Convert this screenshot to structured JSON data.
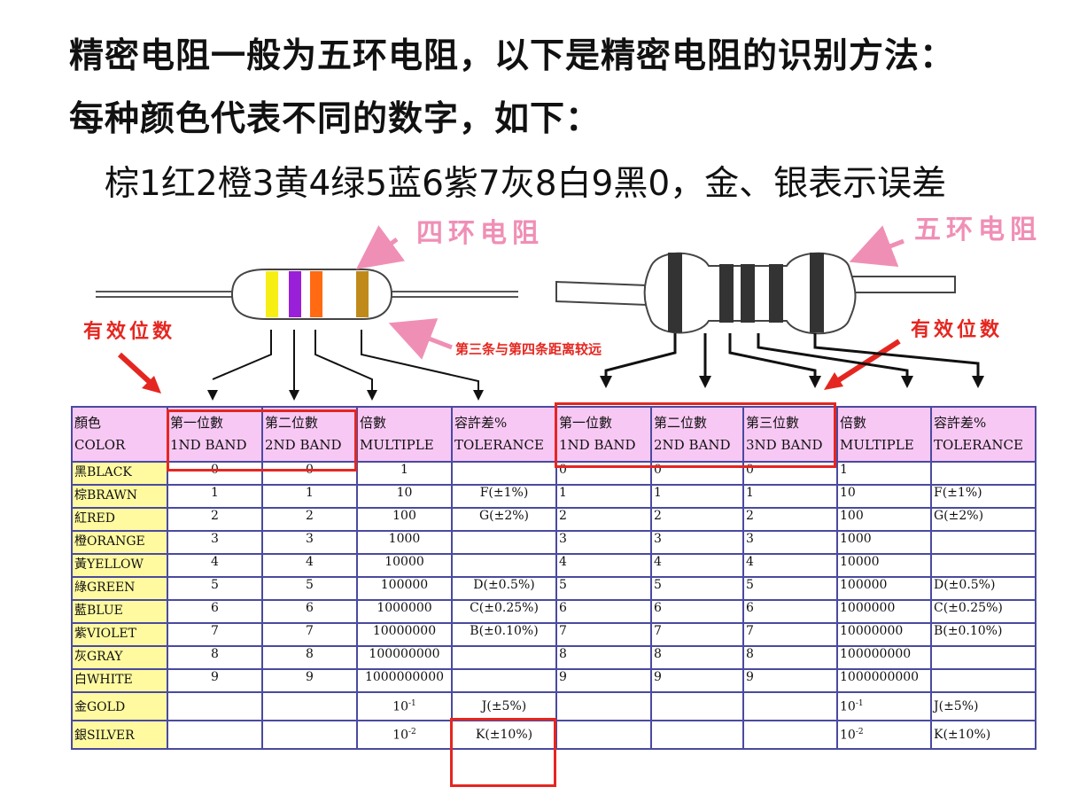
{
  "heading": {
    "line1": "精密电阻一般为五环电阻，以下是精密电阻的识别方法：",
    "line2": "每种颜色代表不同的数字，如下：",
    "line3": "棕1红2橙3黄4绿5蓝6紫7灰8白9黑0，金、银表示误差"
  },
  "labels": {
    "four_band": "四环电阻",
    "five_band": "五环电阻",
    "significant_left": "有效位数",
    "significant_right": "有效位数",
    "gap_note": "第三条与第四条距离较远"
  },
  "colors": {
    "label_pink": "#f08fb5",
    "highlight_red": "#e52620",
    "header_bg": "#f8c8f4",
    "color_cell_bg": "#fffaa0",
    "table_border": "#4a4aa0",
    "band_yellow": "#f7ef14",
    "band_violet": "#9a1fd8",
    "band_orange": "#ff6a12",
    "band_gold": "#c08a1a",
    "body_four_band": "#ffffff",
    "body_five_band": "#ffffff"
  },
  "table": {
    "header": {
      "color": [
        "顏色",
        "COLOR"
      ],
      "four": [
        [
          "第一位數",
          "1ND BAND"
        ],
        [
          "第二位數",
          "2ND BAND"
        ],
        [
          "倍數",
          "MULTIPLE"
        ],
        [
          "容許差%",
          "TOLERANCE"
        ]
      ],
      "five": [
        [
          "第一位數",
          "1ND BAND"
        ],
        [
          "第二位數",
          "2ND BAND"
        ],
        [
          "第三位數",
          "3ND BAND"
        ],
        [
          "倍數",
          "MULTIPLE"
        ],
        [
          "容許差%",
          "TOLERANCE"
        ]
      ]
    },
    "rows": [
      {
        "color": "黑BLACK",
        "d1": "0",
        "d2": "0",
        "mult": "1",
        "tol": "",
        "f1": "0",
        "f2": "0",
        "f3": "0",
        "fmult": "1",
        "ftol": ""
      },
      {
        "color": "棕BRAWN",
        "d1": "1",
        "d2": "1",
        "mult": "10",
        "tol": "F(±1%)",
        "f1": "1",
        "f2": "1",
        "f3": "1",
        "fmult": "10",
        "ftol": "F(±1%)"
      },
      {
        "color": "紅RED",
        "d1": "2",
        "d2": "2",
        "mult": "100",
        "tol": "G(±2%)",
        "f1": "2",
        "f2": "2",
        "f3": "2",
        "fmult": "100",
        "ftol": "G(±2%)"
      },
      {
        "color": "橙ORANGE",
        "d1": "3",
        "d2": "3",
        "mult": "1000",
        "tol": "",
        "f1": "3",
        "f2": "3",
        "f3": "3",
        "fmult": "1000",
        "ftol": ""
      },
      {
        "color": "黃YELLOW",
        "d1": "4",
        "d2": "4",
        "mult": "10000",
        "tol": "",
        "f1": "4",
        "f2": "4",
        "f3": "4",
        "fmult": "10000",
        "ftol": ""
      },
      {
        "color": "綠GREEN",
        "d1": "5",
        "d2": "5",
        "mult": "100000",
        "tol": "D(±0.5%)",
        "f1": "5",
        "f2": "5",
        "f3": "5",
        "fmult": "100000",
        "ftol": "D(±0.5%)"
      },
      {
        "color": "藍BLUE",
        "d1": "6",
        "d2": "6",
        "mult": "1000000",
        "tol": "C(±0.25%)",
        "f1": "6",
        "f2": "6",
        "f3": "6",
        "fmult": "1000000",
        "ftol": "C(±0.25%)"
      },
      {
        "color": "紫VIOLET",
        "d1": "7",
        "d2": "7",
        "mult": "10000000",
        "tol": "B(±0.10%)",
        "f1": "7",
        "f2": "7",
        "f3": "7",
        "fmult": "10000000",
        "ftol": "B(±0.10%)"
      },
      {
        "color": "灰GRAY",
        "d1": "8",
        "d2": "8",
        "mult": "100000000",
        "tol": "",
        "f1": "8",
        "f2": "8",
        "f3": "8",
        "fmult": "100000000",
        "ftol": ""
      },
      {
        "color": "白WHITE",
        "d1": "9",
        "d2": "9",
        "mult": "1000000000",
        "tol": "",
        "f1": "9",
        "f2": "9",
        "f3": "9",
        "fmult": "1000000000",
        "ftol": ""
      },
      {
        "color": "金GOLD",
        "d1": "",
        "d2": "",
        "mult_base": "10",
        "mult_exp": "-1",
        "tol": "J(±5%)",
        "f1": "",
        "f2": "",
        "f3": "",
        "fmult_base": "10",
        "fmult_exp": "-1",
        "ftol": "J(±5%)"
      },
      {
        "color": "銀SILVER",
        "d1": "",
        "d2": "",
        "mult_base": "10",
        "mult_exp": "-2",
        "tol": "K(±10%)",
        "f1": "",
        "f2": "",
        "f3": "",
        "fmult_base": "10",
        "fmult_exp": "-2",
        "ftol": "K(±10%)"
      }
    ]
  }
}
